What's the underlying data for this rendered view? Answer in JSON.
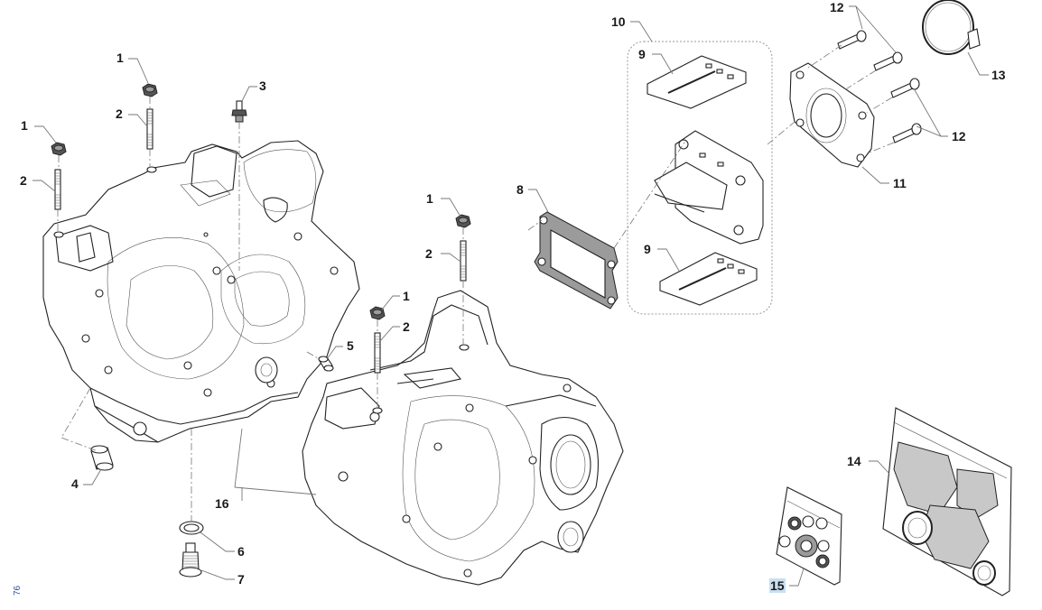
{
  "diagram": {
    "type": "exploded parts diagram",
    "page_number": "76",
    "highlight_color": "#c9dff2",
    "callouts": [
      {
        "id": "c1a",
        "label": "1"
      },
      {
        "id": "c2a",
        "label": "2"
      },
      {
        "id": "c1b",
        "label": "1"
      },
      {
        "id": "c2b",
        "label": "2"
      },
      {
        "id": "c3",
        "label": "3"
      },
      {
        "id": "c4",
        "label": "4"
      },
      {
        "id": "c5",
        "label": "5"
      },
      {
        "id": "c6",
        "label": "6"
      },
      {
        "id": "c7",
        "label": "7"
      },
      {
        "id": "c16",
        "label": "16"
      },
      {
        "id": "c1c",
        "label": "1"
      },
      {
        "id": "c2c",
        "label": "2"
      },
      {
        "id": "c1d",
        "label": "1"
      },
      {
        "id": "c2d",
        "label": "2"
      },
      {
        "id": "c8",
        "label": "8"
      },
      {
        "id": "c10",
        "label": "10"
      },
      {
        "id": "c9a",
        "label": "9"
      },
      {
        "id": "c9b",
        "label": "9"
      },
      {
        "id": "c11",
        "label": "11"
      },
      {
        "id": "c12a",
        "label": "12"
      },
      {
        "id": "c12b",
        "label": "12"
      },
      {
        "id": "c13",
        "label": "13"
      },
      {
        "id": "c14",
        "label": "14"
      },
      {
        "id": "c15",
        "label": "15",
        "highlighted": true
      }
    ]
  }
}
